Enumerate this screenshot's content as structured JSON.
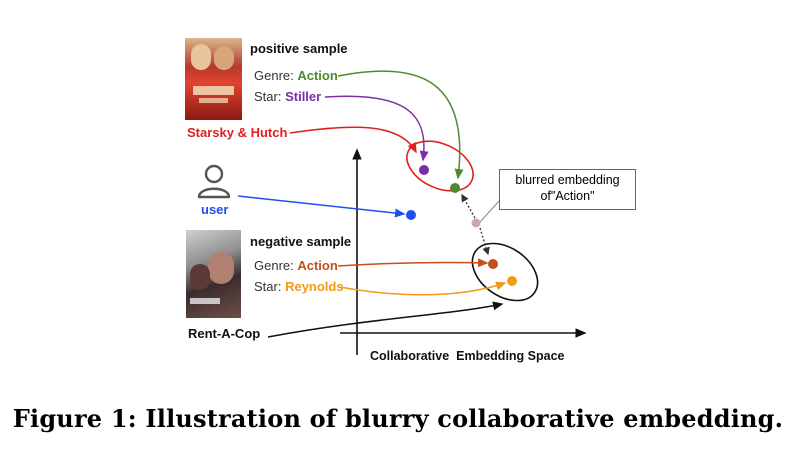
{
  "positive": {
    "heading": "positive sample",
    "genre_key": "Genre: ",
    "genre_val": "Action",
    "star_key": "Star: ",
    "star_val": "Stiller",
    "title": "Starsky & Hutch"
  },
  "user": {
    "label": "user"
  },
  "negative": {
    "heading": "negative sample",
    "genre_key": "Genre: ",
    "genre_val": "Action",
    "star_key": "Star: ",
    "star_val": "Reynolds",
    "title": "Rent-A-Cop"
  },
  "blur_note": {
    "line1": "blurred embedding",
    "line2": "of\"Action\""
  },
  "axis": {
    "xlabel": "Collaborative  Embedding Space"
  },
  "caption": "Figure 1: Illustration of blurry collaborative embedding.",
  "colors": {
    "green": "#4f8a2f",
    "purple": "#7a2fa8",
    "red": "#e0201f",
    "blue": "#1f4ff0",
    "orange_red": "#c4501a",
    "orange": "#f09a1a",
    "gray_point": "#c9a7b0",
    "black": "#111111"
  },
  "icons": [
    "user-icon",
    "movie-poster-starsky",
    "movie-poster-rentacop"
  ]
}
